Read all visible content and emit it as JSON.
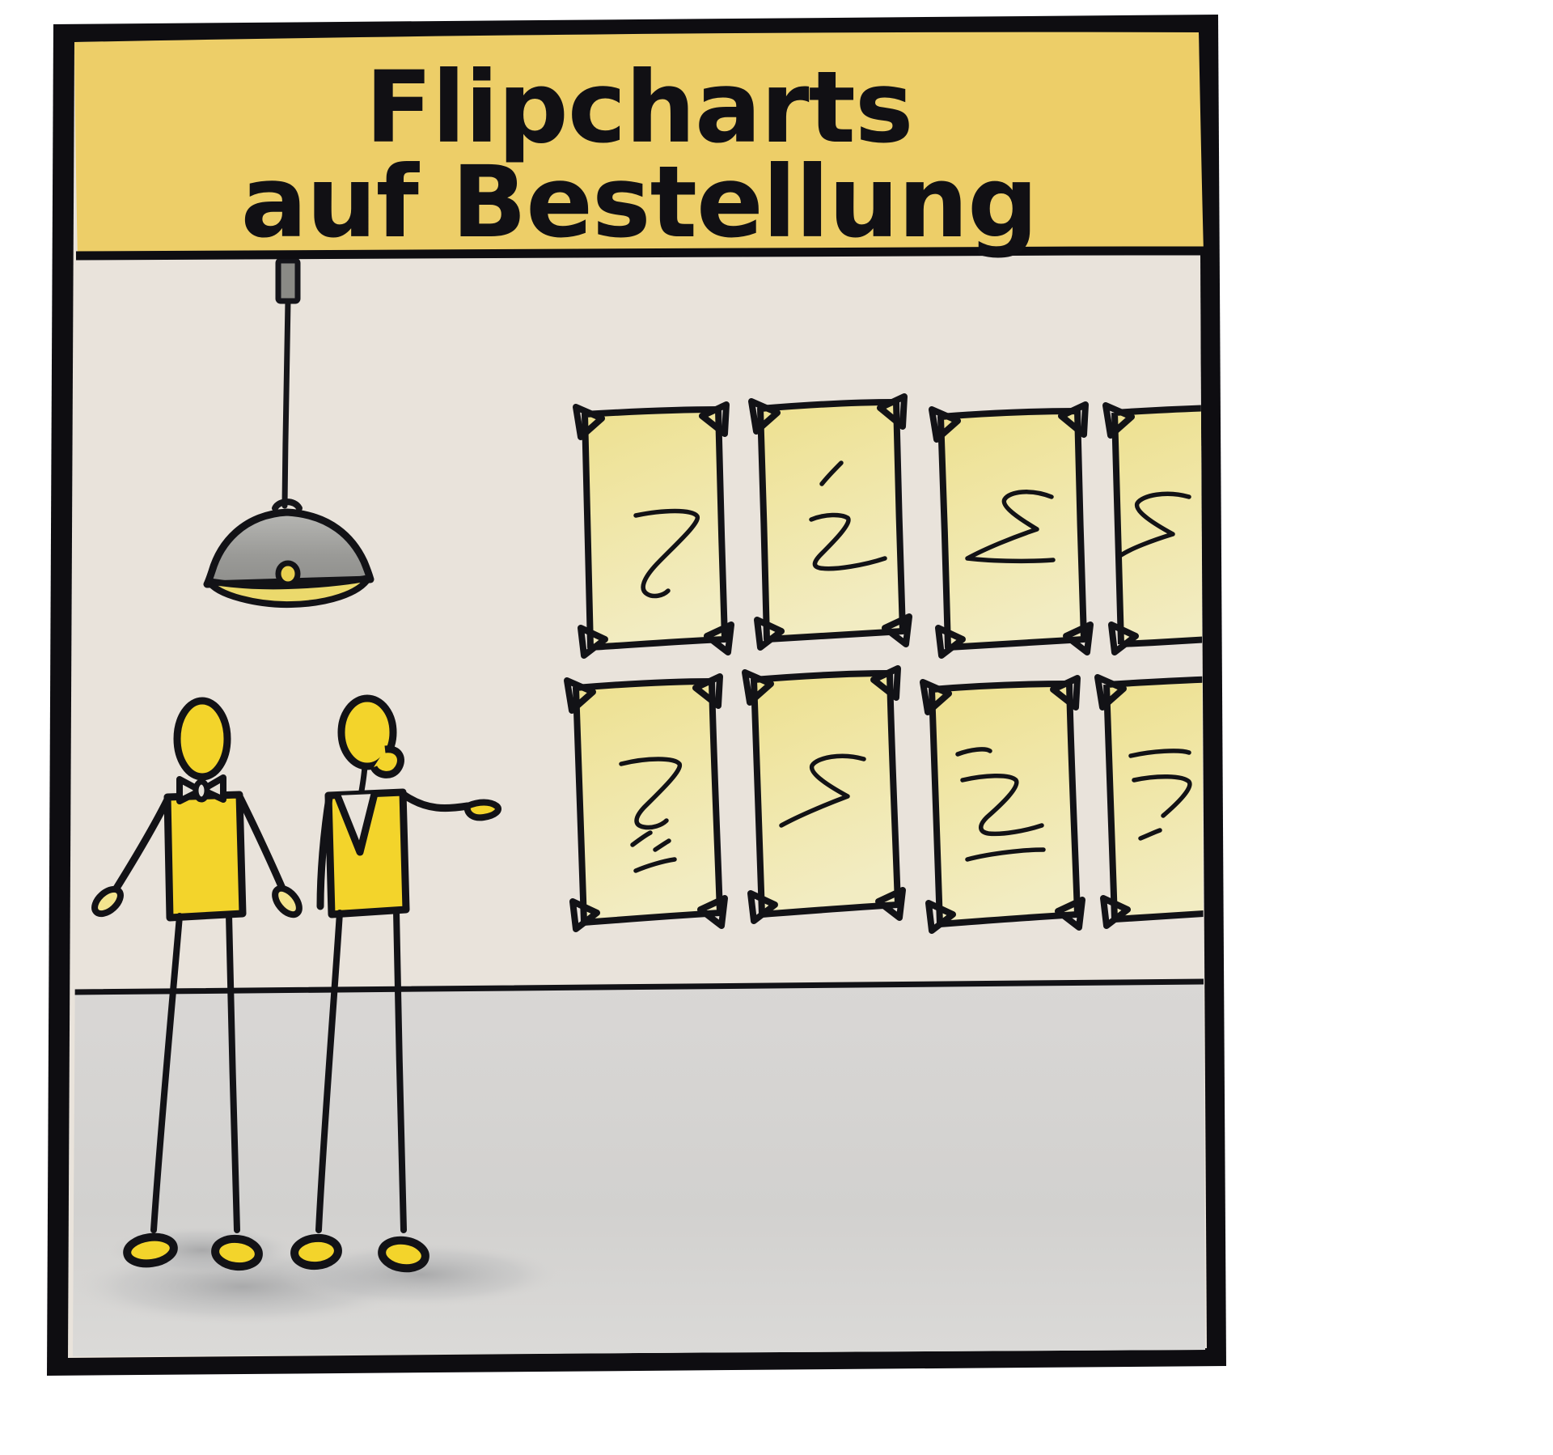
{
  "poster": {
    "kind": "hand-drawn-cartoon-panel",
    "banner": {
      "title_line_1": "Flipcharts",
      "title_line_2": "auf Bestellung",
      "background_color": "#EDCE68",
      "text_color": "#111014"
    },
    "frame": {
      "border_color": "#0E0D11",
      "wall_color": "#E9E3DB",
      "floor_color": "#D6D4D2"
    },
    "scene": {
      "room_label": "meeting-room-wall",
      "ceiling_lamp": {
        "name": "pendant-lamp",
        "mount_color": "#8A8A86",
        "cord_color": "#16161A",
        "shade_color": "#9B9B98",
        "glow_color": "#E9D86A"
      },
      "characters": [
        {
          "name": "stick-figure-with-bowtie",
          "body_color": "#F3D42B",
          "accessory": "bow-tie",
          "pose": "standing-arms-down"
        },
        {
          "name": "stick-figure-with-ponytail",
          "body_color": "#F3D42B",
          "accessory": "v-neck-top",
          "pose": "pointing-right"
        }
      ],
      "flipchart_wall": {
        "name": "flipchart-sheet-grid",
        "rows": 2,
        "columns": 4,
        "sheet_fill": "#EFE6A8",
        "sheet_outline": "#121216",
        "tape_corners": 4,
        "sheets": [
          {
            "row": 1,
            "col": 1,
            "scribble": "z-squiggle"
          },
          {
            "row": 1,
            "col": 2,
            "scribble": "e-squiggle"
          },
          {
            "row": 1,
            "col": 3,
            "scribble": "s-squiggle"
          },
          {
            "row": 1,
            "col": 4,
            "scribble": "c-squiggle-cropped"
          },
          {
            "row": 2,
            "col": 1,
            "scribble": "z-dots-squiggle"
          },
          {
            "row": 2,
            "col": 2,
            "scribble": "s-squiggle"
          },
          {
            "row": 2,
            "col": 3,
            "scribble": "z-squiggle"
          },
          {
            "row": 2,
            "col": 4,
            "scribble": "e-squiggle-cropped"
          }
        ]
      }
    }
  },
  "colors": {
    "banner_yellow": "#EDCE68",
    "figure_yellow": "#F3D42B",
    "sheet_yellow": "#EFE6A8",
    "ink_black": "#121216",
    "wall": "#E9E3DB",
    "floor": "#D6D4D2",
    "shadow": "#ADAEB0"
  }
}
